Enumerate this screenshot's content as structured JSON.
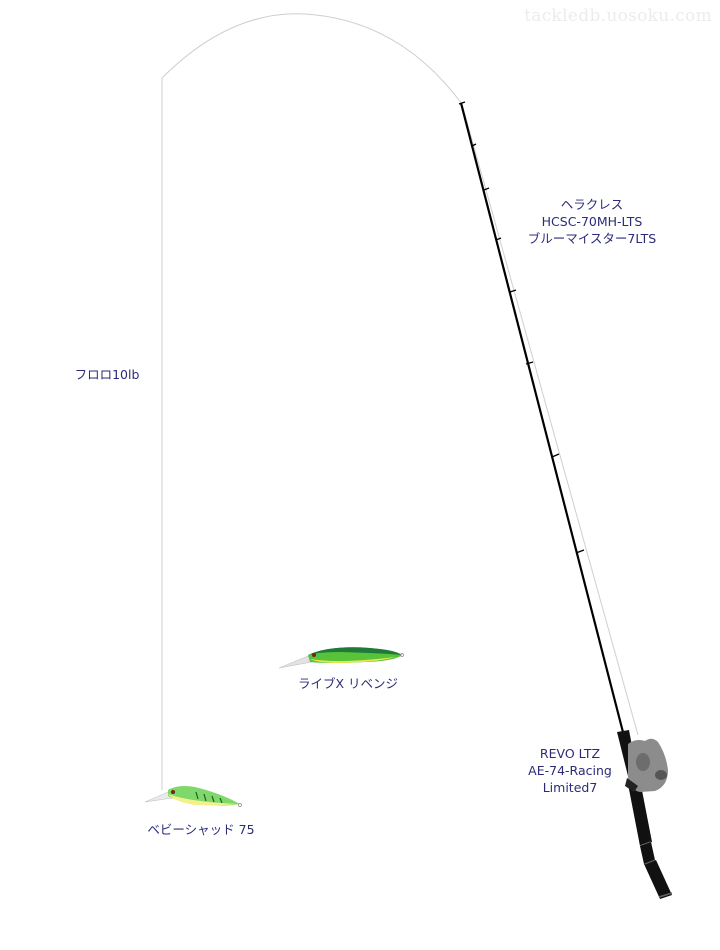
{
  "watermark": "tackledb.uosoku.com",
  "rod": {
    "lines": [
      "ヘラクレス",
      "HCSC-70MH-LTS",
      "ブルーマイスター7LTS"
    ]
  },
  "line": {
    "label": "フロロ10lb"
  },
  "reel": {
    "lines": [
      "REVO LTZ",
      "AE-74-Racing",
      "Limited7"
    ]
  },
  "lures": [
    {
      "label": "ライブX リベンジ",
      "colors": {
        "back": "#1f7a3a",
        "body": "#58c23a",
        "belly": "#e8e84a"
      }
    },
    {
      "label": "ベビーシャッド 75",
      "colors": {
        "back": "#2a7a3a",
        "body": "#7fd86a",
        "belly": "#f2f08a"
      }
    }
  ],
  "colors": {
    "text": "#2b2b7a",
    "fishing_line": "#cccccc",
    "rod": "#000000",
    "reel": "#8a8a8a"
  }
}
